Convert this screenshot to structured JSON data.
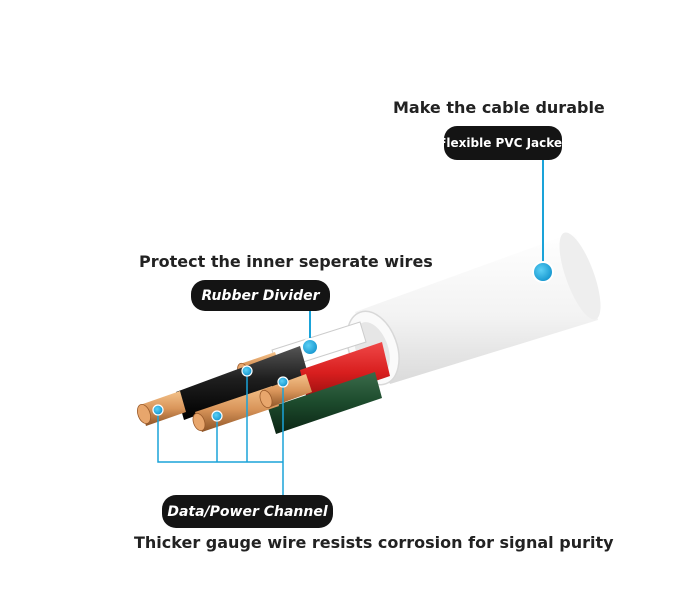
{
  "jacket": {
    "heading": "Make the cable durable",
    "label": "Flexible PVC Jacket"
  },
  "divider": {
    "heading": "Protect the inner seperate wires",
    "label": "Rubber Divider"
  },
  "channel": {
    "label": "Data/Power Channel",
    "caption": "Thicker gauge wire resists corrosion for signal purity"
  },
  "colors": {
    "callout_line": "#1aa3d9",
    "pill_background": "#141414",
    "copper": "#d9955a",
    "wire_red": "#d81e1e",
    "wire_green": "#1c4a2c",
    "wire_black": "#1e1e1e",
    "wire_white": "#ffffff",
    "jacket": "#f4f4f4"
  },
  "wires": [
    "red",
    "green",
    "black",
    "white"
  ]
}
